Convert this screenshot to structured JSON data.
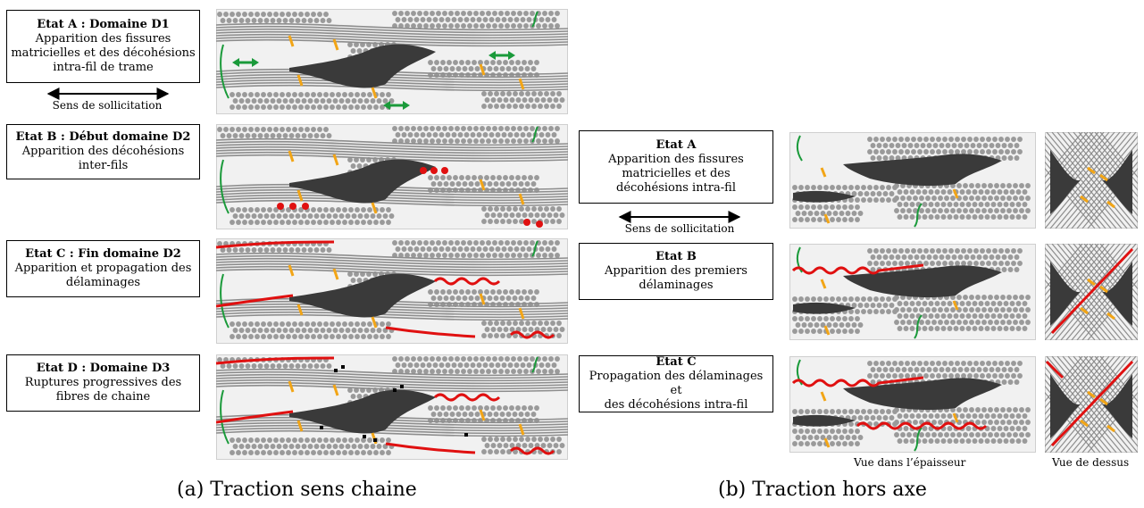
{
  "left": {
    "states": [
      {
        "title": "Etat A : Domaine D1",
        "lines": [
          "Apparition des fissures",
          "matricielles et des décohésions",
          "intra-fil de trame"
        ]
      },
      {
        "title": "Etat B : Début domaine D2",
        "lines": [
          "Apparition des décohésions",
          "inter-fils"
        ]
      },
      {
        "title": "Etat C : Fin domaine D2",
        "lines": [
          "Apparition et propagation des",
          "délaminages"
        ]
      },
      {
        "title": "Etat D : Domaine D3",
        "lines": [
          "Ruptures progressives des",
          "fibres de chaine"
        ]
      }
    ],
    "load_label": "Sens de sollicitation",
    "caption": "(a) Traction sens chaine"
  },
  "right": {
    "states": [
      {
        "title": "Etat A",
        "lines": [
          "Apparition des fissures",
          "matricielles et des",
          "décohésions intra-fil"
        ]
      },
      {
        "title": "Etat B",
        "lines": [
          "Apparition des premiers",
          "délaminages"
        ]
      },
      {
        "title": "Etat C",
        "lines": [
          "Propagation des délaminages et",
          "des décohésions intra-fil"
        ]
      }
    ],
    "load_label": "Sens de sollicitation",
    "view_thickness": "Vue dans l’épaisseur",
    "view_top": "Vue de dessus",
    "caption": "(b) Traction hors axe"
  },
  "colors": {
    "matrix_crack": "#1a9a3a",
    "fibre_grey": "#9a9a9a",
    "void": "#3a3a3a",
    "intra_yarn": "#f2a516",
    "delamination": "#e01010",
    "fibre_break": "#000000"
  }
}
